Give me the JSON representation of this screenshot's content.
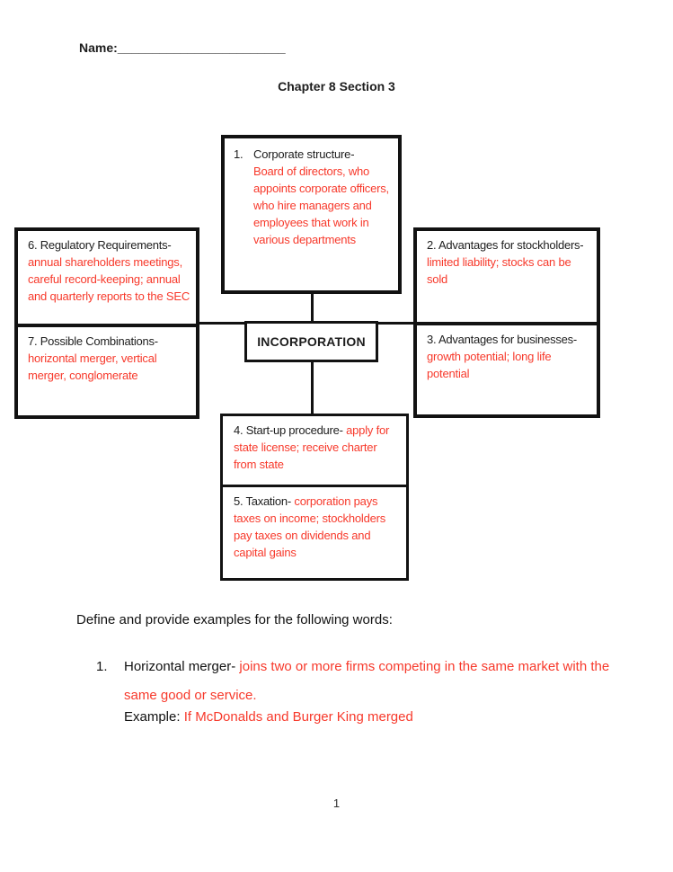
{
  "header": {
    "name_label": "Name:",
    "name_blank": "________________________",
    "title": "Chapter 8 Section 3"
  },
  "diagram": {
    "center_label": "INCORPORATION",
    "box1": {
      "number": "1.",
      "term": "Corporate structure-",
      "definition": "Board of directors, who appoints corporate officers, who hire managers and employees that work in various departments"
    },
    "box2": {
      "term": "2. Advantages for stockholders-",
      "definition": "limited liability; stocks can be sold"
    },
    "box3": {
      "term": "3. Advantages for businesses-",
      "definition": "growth potential; long life potential"
    },
    "box4": {
      "term": "4. Start-up procedure-",
      "definition": "apply for state license; receive charter from state"
    },
    "box5": {
      "term": "5. Taxation-",
      "definition": "corporation pays taxes on income; stockholders pay taxes on dividends and capital gains"
    },
    "box6": {
      "term": "6. Regulatory Requirements-",
      "definition": "annual shareholders meetings, careful record-keeping; annual and quarterly reports to the SEC"
    },
    "box7": {
      "term": "7. Possible Combinations-",
      "definition": "horizontal merger, vertical merger, conglomerate"
    }
  },
  "worksheet": {
    "prompt": "Define and provide examples for the following words:",
    "item1": {
      "number": "1.",
      "term": "Horizontal merger-",
      "definition": "joins two or more firms competing in the same market with the same good or service.",
      "example_label": "Example:",
      "example_text": "If McDonalds and Burger King merged"
    }
  },
  "footer": {
    "page_number": "1"
  },
  "colors": {
    "red": "#f7392b",
    "ink": "#1d1d1d",
    "border": "#121212"
  }
}
